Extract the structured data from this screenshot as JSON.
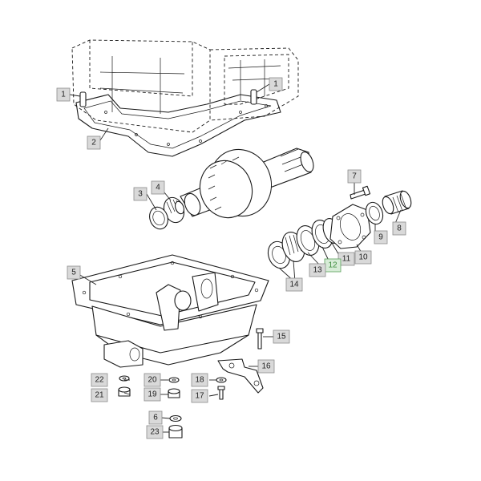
{
  "callouts": [
    {
      "id": "c1a",
      "label": "1"
    },
    {
      "id": "c1b",
      "label": "1"
    },
    {
      "id": "c2",
      "label": "2"
    },
    {
      "id": "c3",
      "label": "3"
    },
    {
      "id": "c4",
      "label": "4"
    },
    {
      "id": "c5",
      "label": "5"
    },
    {
      "id": "c6",
      "label": "6"
    },
    {
      "id": "c7",
      "label": "7"
    },
    {
      "id": "c8",
      "label": "8"
    },
    {
      "id": "c9",
      "label": "9"
    },
    {
      "id": "c10",
      "label": "10"
    },
    {
      "id": "c11",
      "label": "11"
    },
    {
      "id": "c12",
      "label": "12",
      "highlight": true
    },
    {
      "id": "c13",
      "label": "13"
    },
    {
      "id": "c14",
      "label": "14"
    },
    {
      "id": "c15",
      "label": "15"
    },
    {
      "id": "c16",
      "label": "16"
    },
    {
      "id": "c17",
      "label": "17"
    },
    {
      "id": "c18",
      "label": "18"
    },
    {
      "id": "c19",
      "label": "19"
    },
    {
      "id": "c20",
      "label": "20"
    },
    {
      "id": "c21",
      "label": "21"
    },
    {
      "id": "c22",
      "label": "22"
    },
    {
      "id": "c23",
      "label": "23"
    }
  ],
  "colors": {
    "line": "#1a1a1a",
    "callout_fill": "#d9d9d9",
    "callout_highlight_fill": "#d7ecd7",
    "callout_highlight_text": "#3c8c3c"
  }
}
